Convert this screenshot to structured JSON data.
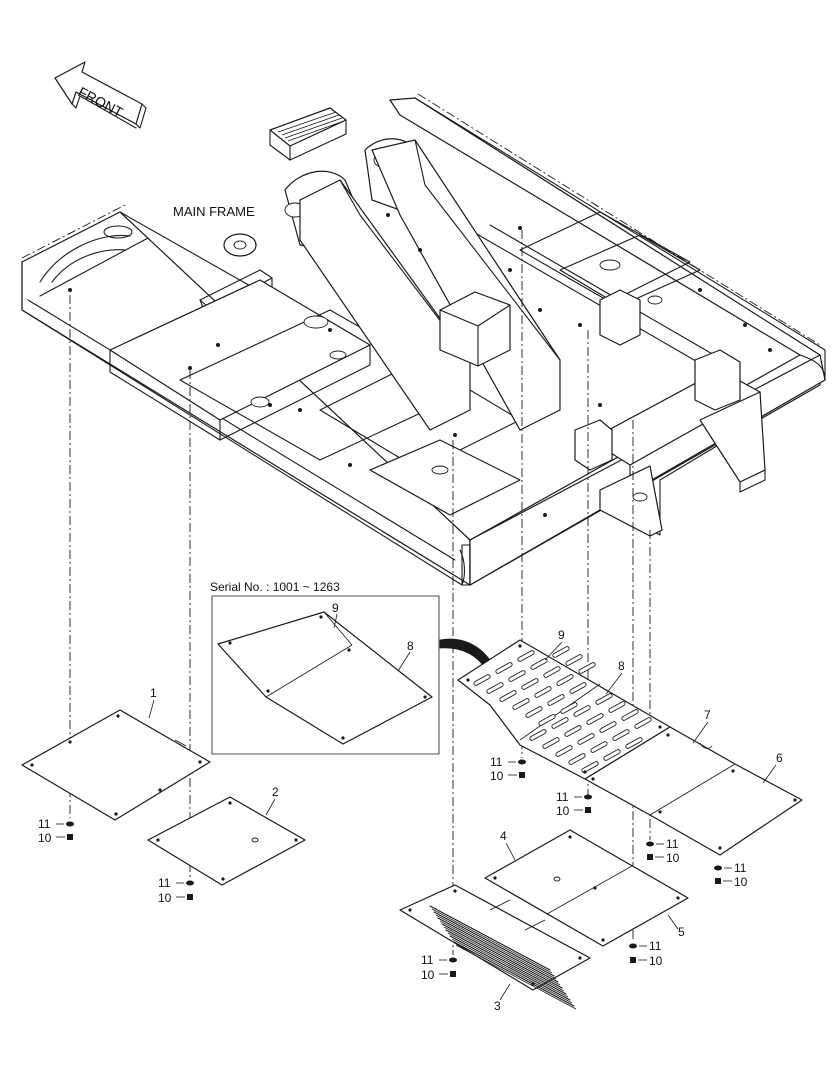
{
  "labels": {
    "front": "FRONT",
    "main_frame": "MAIN FRAME",
    "serial": "Serial No. : 1001 ~ 1263"
  },
  "callouts": {
    "p1": "1",
    "p2": "2",
    "p3": "3",
    "p4": "4",
    "p5": "5",
    "p6": "6",
    "p7": "7",
    "p8": "8",
    "p9": "9",
    "inset8": "8",
    "inset9": "9",
    "washer": "11",
    "bolt": "10"
  }
}
